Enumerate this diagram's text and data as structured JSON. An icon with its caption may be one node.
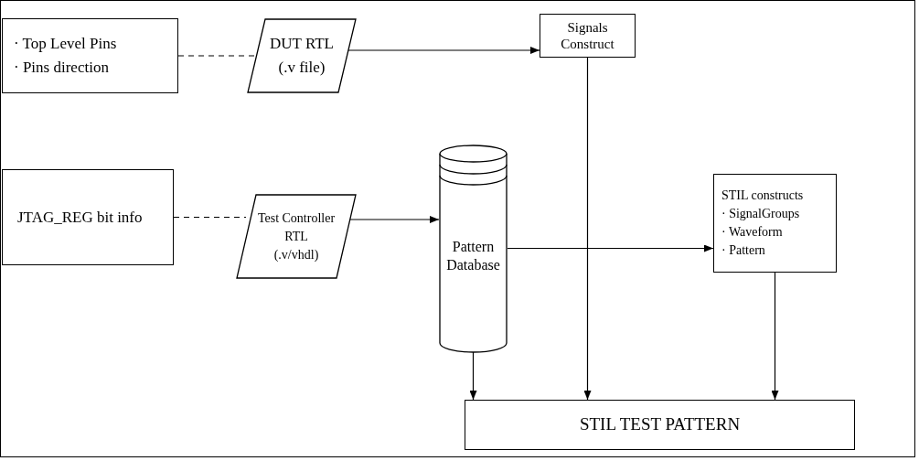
{
  "diagram": {
    "nodes": [
      {
        "text": [
          "· Top Level Pins",
          "· Pins direction"
        ]
      },
      {
        "text": [
          "DUT RTL",
          "(.v file)"
        ]
      },
      {
        "text": [
          "Signals Construct"
        ]
      },
      {
        "text": [
          "JTAG_REG bit info"
        ]
      },
      {
        "text": [
          "Test Controller RTL",
          "(.v/vhdl)"
        ]
      },
      {
        "text": [
          "Pattern Database"
        ]
      },
      {
        "text": [
          "STIL constructs",
          "· SignalGroups",
          "· Waveform",
          "· Pattern"
        ]
      },
      {
        "text": [
          "STIL TEST PATTERN"
        ]
      }
    ],
    "edges": [
      {
        "from": 0,
        "to": 1,
        "arrow": "none",
        "style": "dashed"
      },
      {
        "from": 1,
        "to": 2,
        "arrow": "to"
      },
      {
        "from": 3,
        "to": 4,
        "arrow": "none",
        "style": "dashed"
      },
      {
        "from": 4,
        "to": 5,
        "arrow": "to"
      },
      {
        "from": 5,
        "to": 6,
        "arrow": "to"
      },
      {
        "from": 2,
        "to": 7,
        "arrow": "to"
      },
      {
        "from": 5,
        "to": 7,
        "arrow": "to"
      },
      {
        "from": 6,
        "to": 7,
        "arrow": "to"
      }
    ]
  }
}
